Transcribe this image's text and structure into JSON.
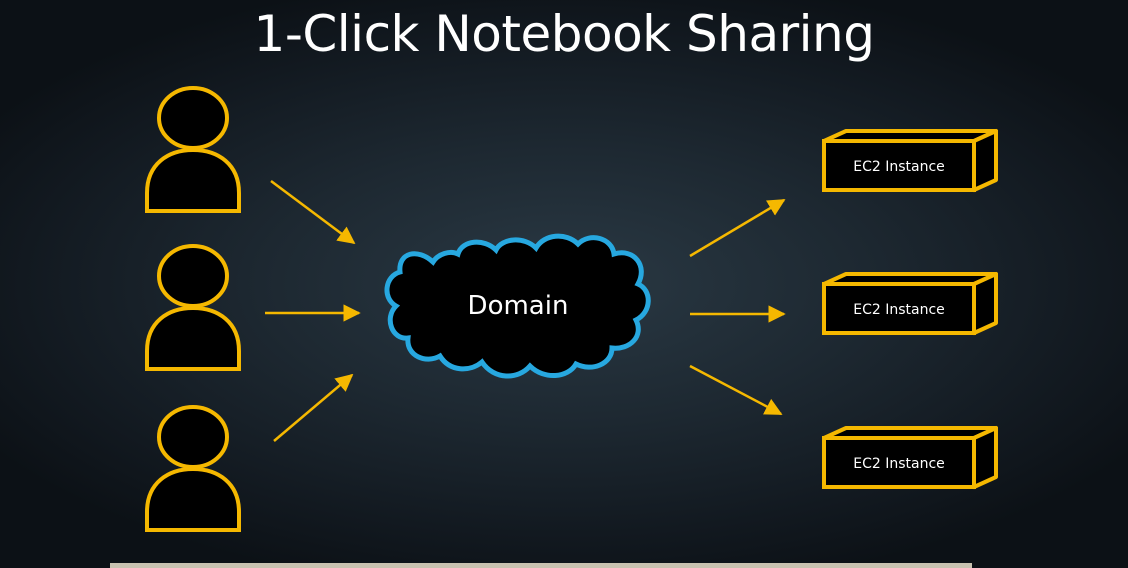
{
  "slide": {
    "title": "1-Click Notebook Sharing"
  },
  "diagram": {
    "users": [
      {
        "icon": "user-icon"
      },
      {
        "icon": "user-icon"
      },
      {
        "icon": "user-icon"
      }
    ],
    "center": {
      "icon": "cloud-icon",
      "label": "Domain"
    },
    "targets": [
      {
        "icon": "server-box-icon",
        "label": "EC2 Instance"
      },
      {
        "icon": "server-box-icon",
        "label": "EC2 Instance"
      },
      {
        "icon": "server-box-icon",
        "label": "EC2 Instance"
      }
    ],
    "colors": {
      "accent": "#f5b800",
      "cloud_outline": "#27a8e0",
      "background": "#1d2831",
      "text": "#ffffff"
    }
  }
}
